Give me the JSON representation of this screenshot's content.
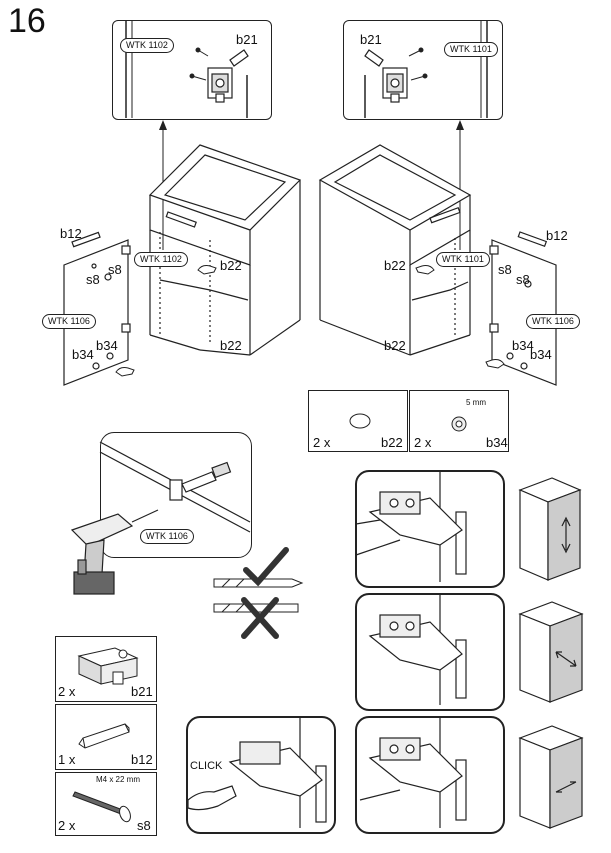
{
  "step_number": "16",
  "codes": {
    "wtk1102": "WTK 1102",
    "wtk1101": "WTK 1101",
    "wtk1106": "WTK 1106"
  },
  "labels": {
    "b21": "b21",
    "b12": "b12",
    "s8": "s8",
    "b22": "b22",
    "b34": "b34",
    "click": "CLICK",
    "screw_size": "M4 x 22 mm",
    "dowel_size": "5 mm"
  },
  "quantities": {
    "two_x": "2 x",
    "one_x": "1 x"
  },
  "parts": [
    {
      "qty": "2 x",
      "code": "b22"
    },
    {
      "qty": "2 x",
      "code": "b34"
    },
    {
      "qty": "2 x",
      "code": "b21"
    },
    {
      "qty": "1 x",
      "code": "b12"
    },
    {
      "qty": "2 x",
      "code": "s8"
    }
  ],
  "icons": [
    "check-icon",
    "cross-icon",
    "arrow-up-icon",
    "drill-icon",
    "hand-icon"
  ]
}
